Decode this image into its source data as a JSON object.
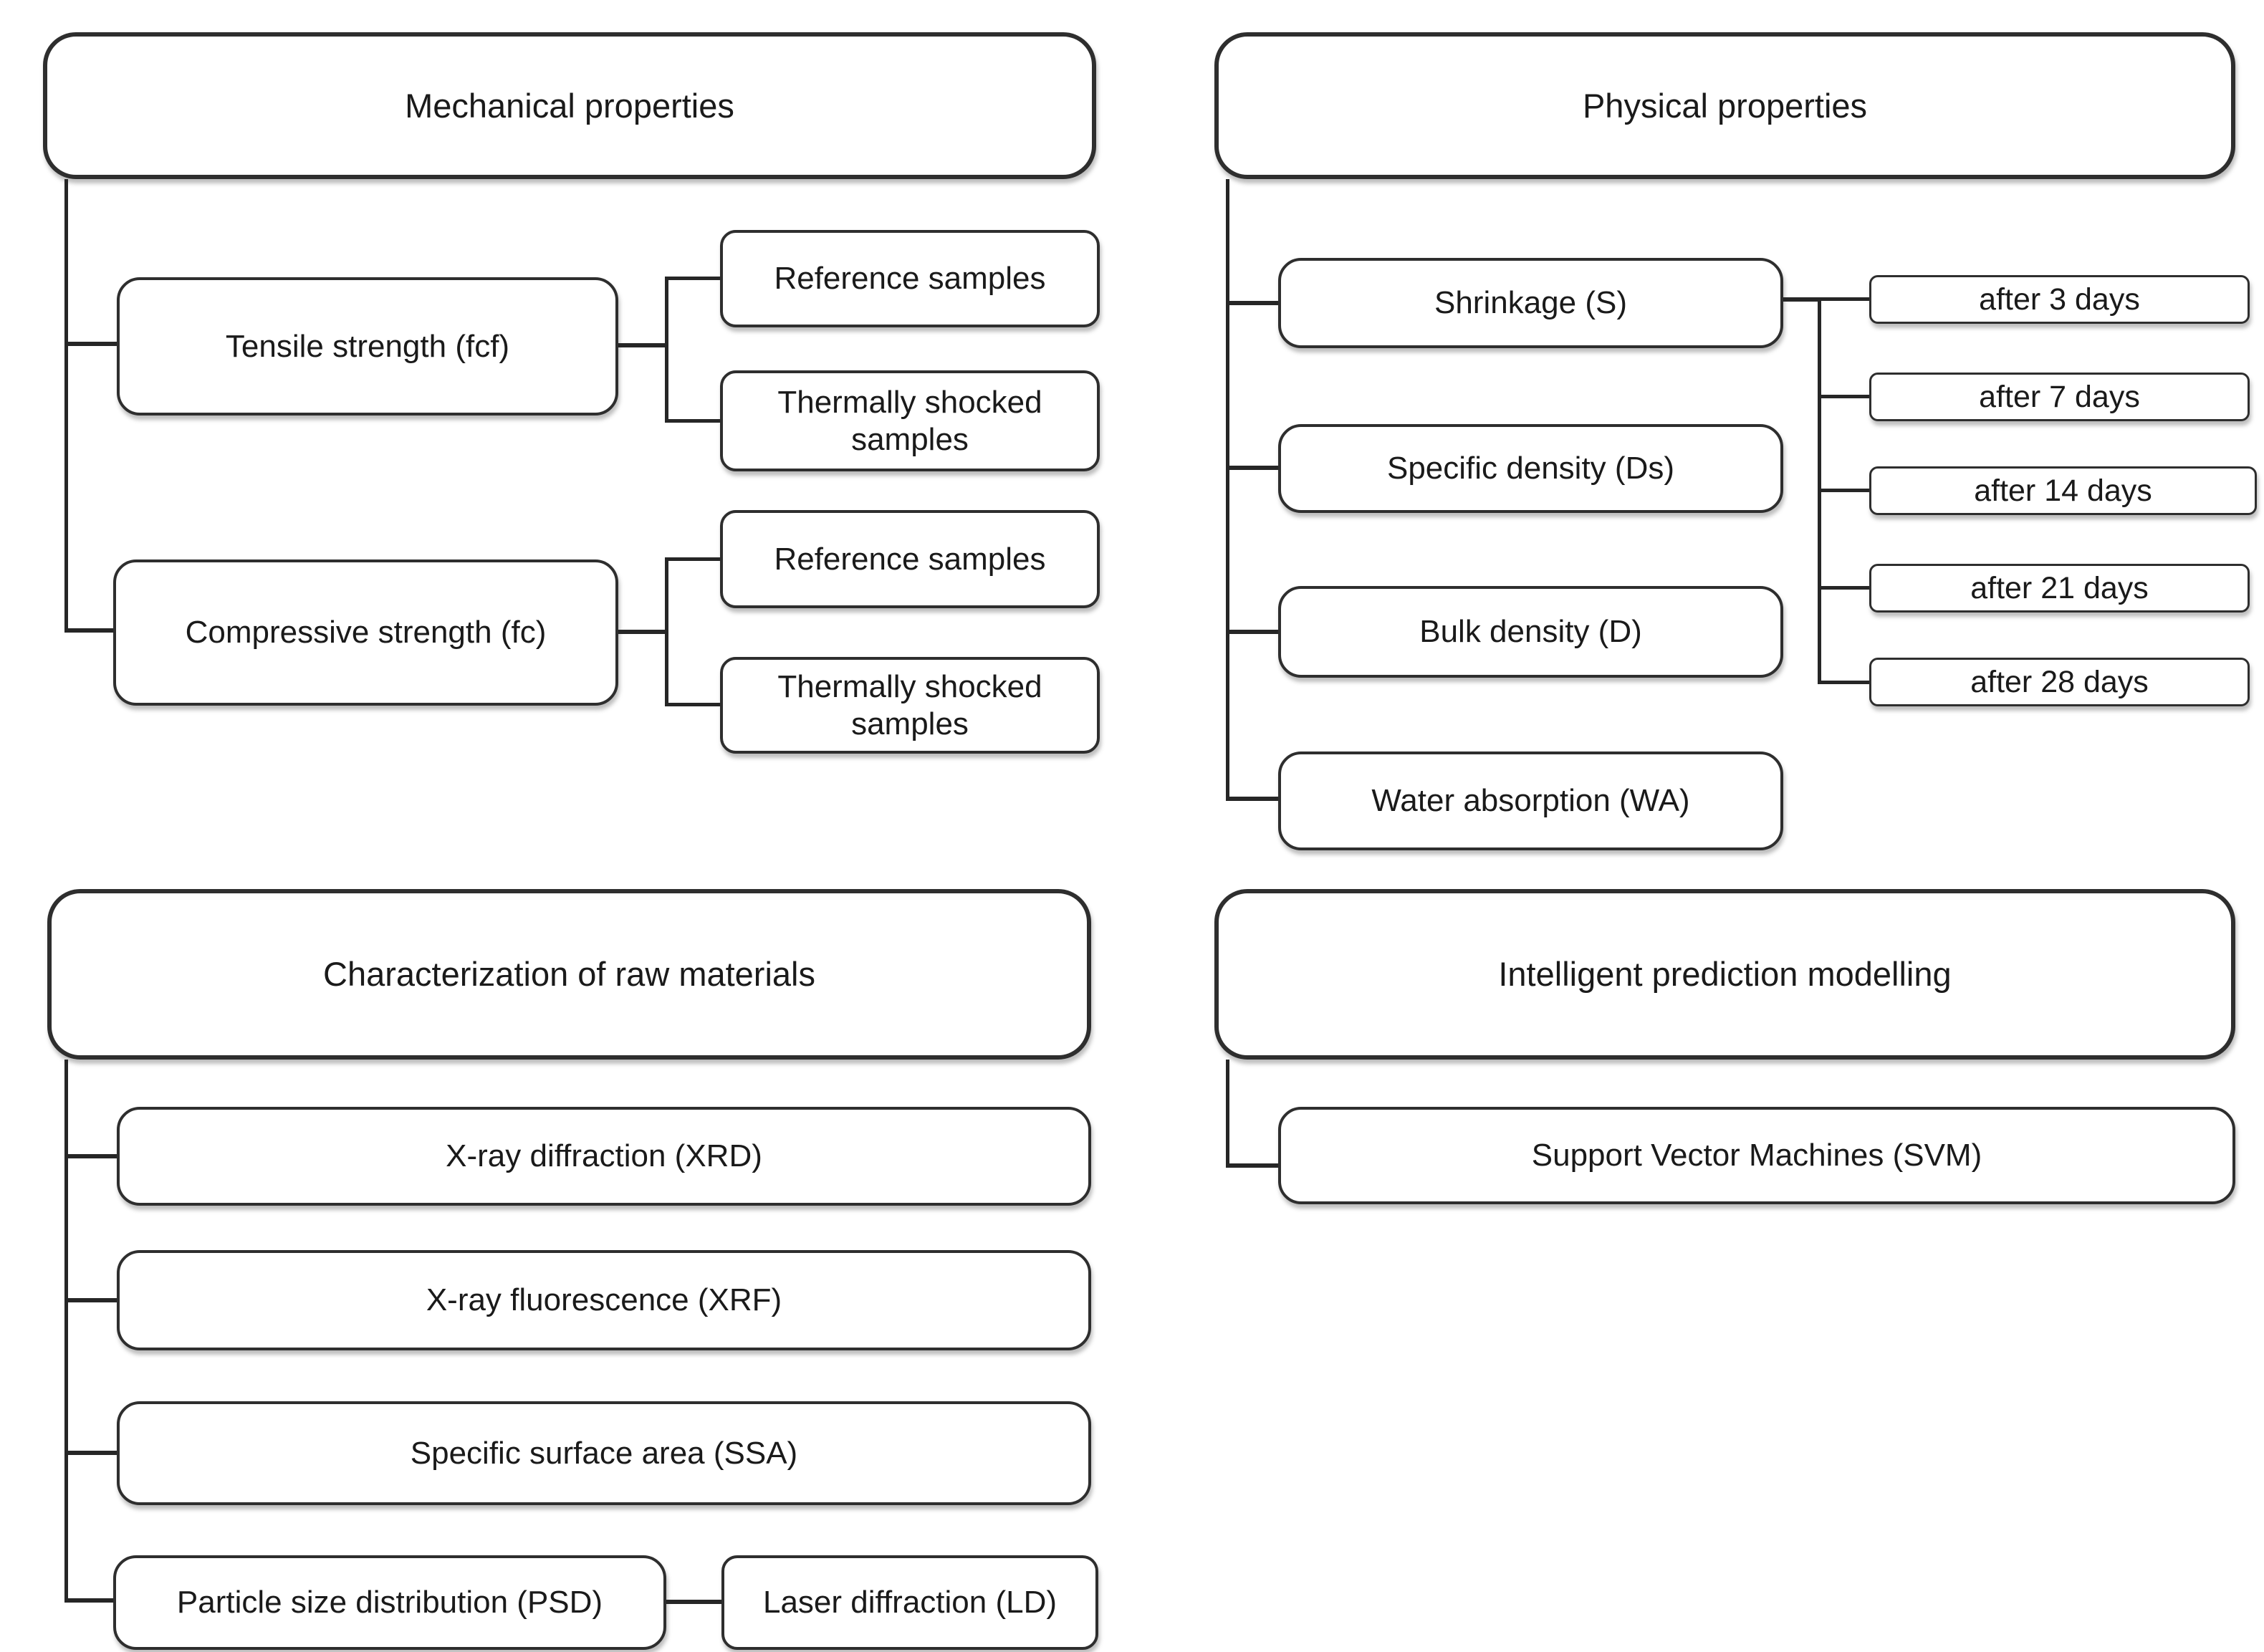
{
  "colors": {
    "background": "#ffffff",
    "line": "#262626",
    "box_border": "#2e2e2e",
    "text": "#1a1a1a"
  },
  "sections": {
    "mechanical": {
      "title": "Mechanical properties",
      "tensile": {
        "label": "Tensile strength (fcf)",
        "reference": "Reference samples",
        "thermal": "Thermally shocked samples"
      },
      "compressive": {
        "label": "Compressive strength (fc)",
        "reference": "Reference samples",
        "thermal": "Thermally shocked samples"
      }
    },
    "physical": {
      "title": "Physical properties",
      "shrinkage": "Shrinkage (S)",
      "specific_density": "Specific density (Ds)",
      "bulk_density": "Bulk density (D)",
      "water_absorption": "Water absorption (WA)",
      "shrinkage_days": [
        "after 3 days",
        "after 7 days",
        "after 14 days",
        "after 21 days",
        "after 28 days"
      ]
    },
    "characterization": {
      "title": "Characterization of raw materials",
      "xrd": "X-ray diffraction (XRD)",
      "xrf": "X-ray fluorescence (XRF)",
      "ssa": "Specific surface area (SSA)",
      "psd": "Particle size distribution (PSD)",
      "ld": "Laser diffraction (LD)"
    },
    "intelligent": {
      "title": "Intelligent prediction modelling",
      "svm": "Support Vector Machines (SVM)"
    }
  }
}
